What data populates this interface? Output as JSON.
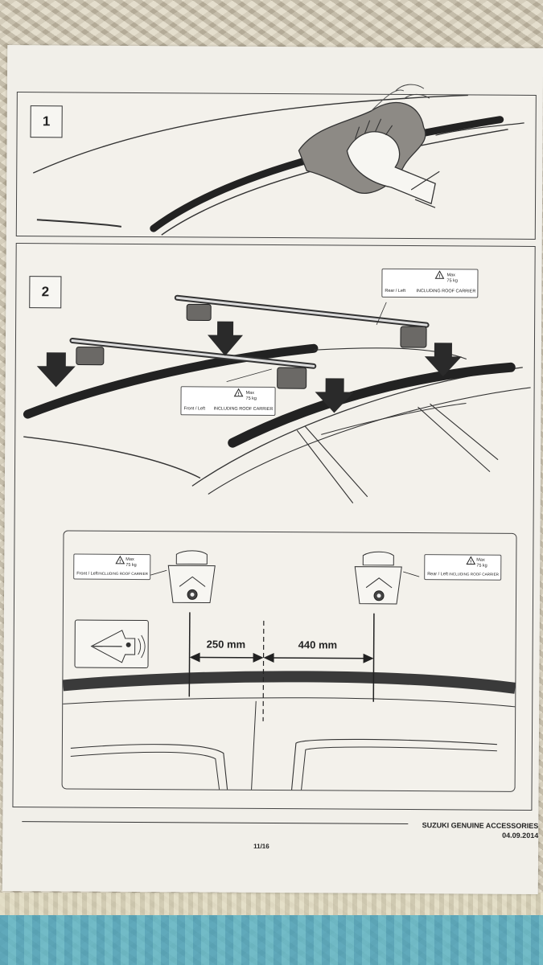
{
  "steps": [
    {
      "number": "1"
    },
    {
      "number": "2"
    }
  ],
  "labels": {
    "max": "Max",
    "kg": "75 kg",
    "front_left": "Front / Left",
    "rear_left": "Rear / Left",
    "including": "INCLUDING ROOF CARRIER"
  },
  "measurements": {
    "front": "250 mm",
    "rear": "440 mm"
  },
  "footer": {
    "brand": "SUZUKI GENUINE ACCESSORIES",
    "date": "04.09.2014",
    "page": "11/16"
  }
}
